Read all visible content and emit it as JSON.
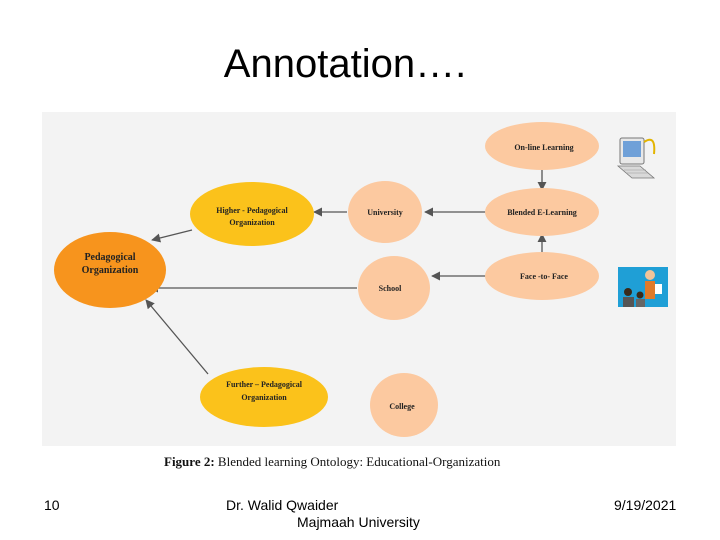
{
  "slide": {
    "title": "Annotation….",
    "slide_number": "10",
    "author": "Dr. Walid Qwaider",
    "affiliation": "Majmaah University",
    "date": "9/19/2021"
  },
  "figure": {
    "caption_label": "Figure 2:",
    "caption_text": "Blended learning Ontology: Educational-Organization",
    "nodes": {
      "pedagogical": [
        "Pedagogical",
        "Organization"
      ],
      "higher": [
        "Higher - Pedagogical",
        "Organization"
      ],
      "further": [
        "Further – Pedagogical",
        "Organization"
      ],
      "university": "University",
      "school": "School",
      "college": "College",
      "online": "On-line Learning",
      "blended": "Blended E-Learning",
      "face": "Face -to- Face"
    }
  },
  "colors": {
    "orange": "#f7941d",
    "yellow": "#fbc21b",
    "peach": "#fcc9a0",
    "line": "#555555"
  },
  "icons": [
    "computer-icon",
    "classroom-teacher-icon"
  ]
}
